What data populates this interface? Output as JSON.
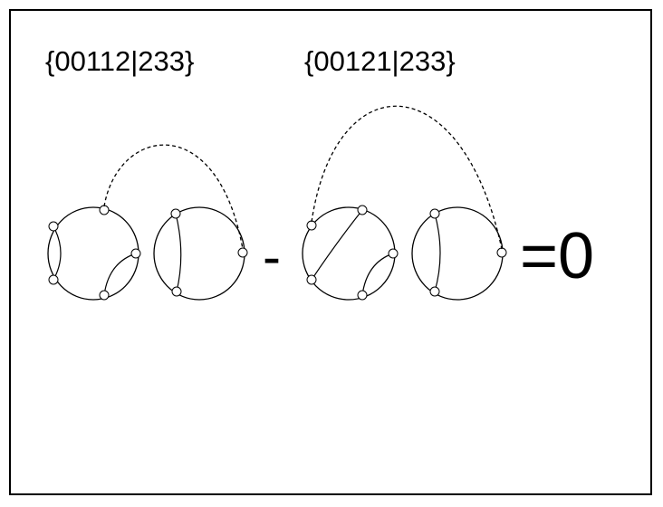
{
  "labels": {
    "left": "{00112|233}",
    "right": "{00121|233}"
  },
  "operators": {
    "minus": "-",
    "equals": "=0"
  }
}
